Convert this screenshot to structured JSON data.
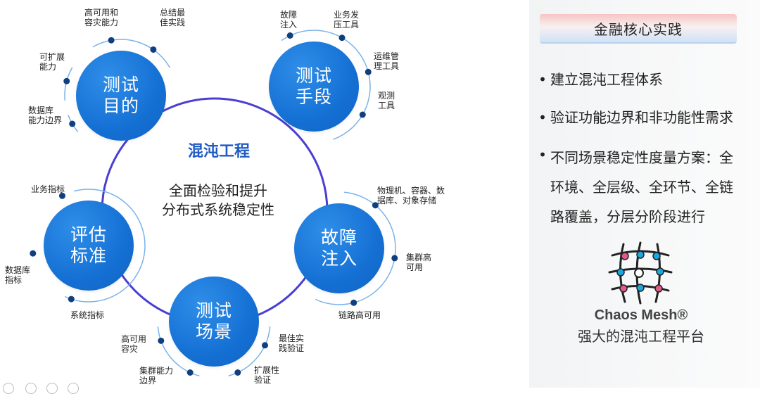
{
  "circles": {
    "purpose": [
      "测试",
      "目的"
    ],
    "means": [
      "测试",
      "手段"
    ],
    "evaluation": [
      "评估",
      "标准"
    ],
    "fault_injection": [
      "故障",
      "注入"
    ],
    "scenario": [
      "测试",
      "场景"
    ]
  },
  "center": {
    "title": "混沌工程",
    "desc_lines": [
      "全面检验和提升",
      "分布式系统稳定性"
    ]
  },
  "labels": {
    "purpose": [
      [
        "高可用和",
        "容灾能力"
      ],
      [
        "总结最",
        "佳实践"
      ],
      [
        "可扩展",
        "能力"
      ],
      [
        "数据库",
        "能力边界"
      ]
    ],
    "means": [
      [
        "故障",
        "注入"
      ],
      [
        "业务发",
        "压工具"
      ],
      [
        "运维管",
        "理工具"
      ],
      [
        "观测",
        "工具"
      ]
    ],
    "evaluation": [
      [
        "业务指标"
      ],
      [
        "数据库",
        "指标"
      ],
      [
        "系统指标"
      ]
    ],
    "fault_injection": [
      [
        "物理机、容器、数",
        "据库、对象存储"
      ],
      [
        "集群高",
        "可用"
      ],
      [
        "链路高可用"
      ]
    ],
    "scenario": [
      [
        "高可用",
        "容灾"
      ],
      [
        "集群能力",
        "边界"
      ],
      [
        "最佳实",
        "践验证"
      ],
      [
        "扩展性",
        "验证"
      ]
    ]
  },
  "right_panel": {
    "title": "金融核心实践",
    "bullet_symbol": "•",
    "bullets": [
      [
        "建立混沌工程体系"
      ],
      [
        "验证功能边界和非功能性需求"
      ],
      [
        "不同场景稳定性度量方案：全",
        "环境、全层级、全环节、全链",
        "路覆盖，分层分阶段进行"
      ]
    ],
    "product_name": "Chaos Mesh®",
    "product_sub": "强大的混沌工程平台"
  },
  "colors": {
    "circle_blue": "#1570d4",
    "ring_purple": "#4a3fd0",
    "accent_title": "#1f5bc4",
    "node_blue": "#0f63c2",
    "logo_pink": "#e05b8a",
    "logo_cyan": "#1aa7e0"
  }
}
